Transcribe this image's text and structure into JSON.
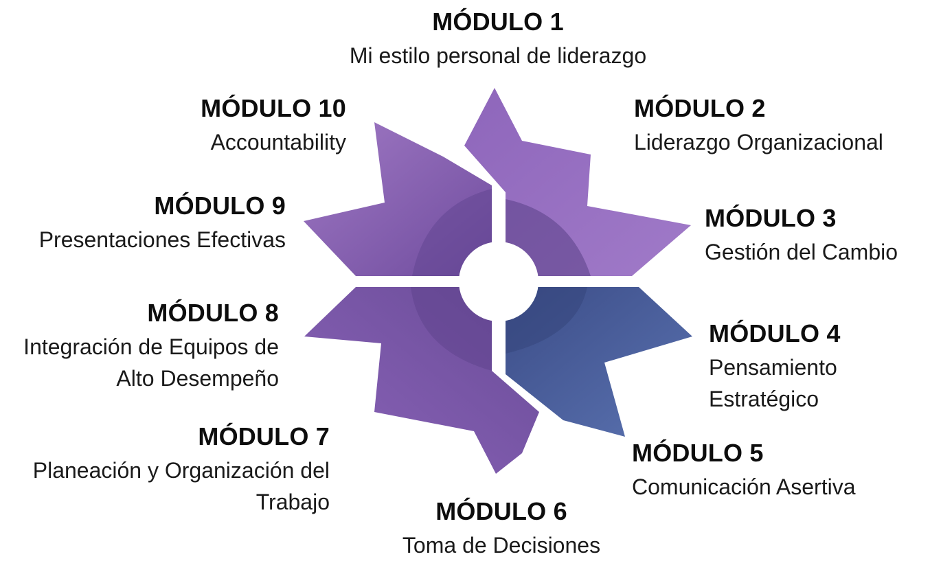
{
  "modules": [
    {
      "number": "MÓDULO 1",
      "name": "Mi estilo personal de liderazgo",
      "color": "#8a62b4"
    },
    {
      "number": "MÓDULO 2",
      "name": "Liderazgo Organizacional",
      "color": "#8259b0"
    },
    {
      "number": "MÓDULO 3",
      "name": "Gestión del Cambio",
      "color": "#9169ba"
    },
    {
      "number": "MÓDULO 4",
      "name": "Pensamiento Estratégico",
      "color": "#4a5f9e"
    },
    {
      "number": "MÓDULO 5",
      "name": "Comunicación Asertiva",
      "color": "#5068a6"
    },
    {
      "number": "MÓDULO 6",
      "name": "Toma de Decisiones",
      "color": "#6a4d96"
    },
    {
      "number": "MÓDULO 7",
      "name": "Planeación y Organización del Trabajo",
      "color": "#7450a3"
    },
    {
      "number": "MÓDULO 8",
      "name": "Integración de Equipos de Alto Desempeño",
      "color": "#7d58ad"
    },
    {
      "number": "MÓDULO 9",
      "name": "Presentaciones Efectivas",
      "color": "#8c63b8"
    },
    {
      "number": "MÓDULO 10",
      "name": "Accountability",
      "color": "#9a72c0"
    }
  ],
  "colors": {
    "purple_dark": "#5b3f8c",
    "blue_dark": "#3d4f8a",
    "center": "#ffffff"
  }
}
